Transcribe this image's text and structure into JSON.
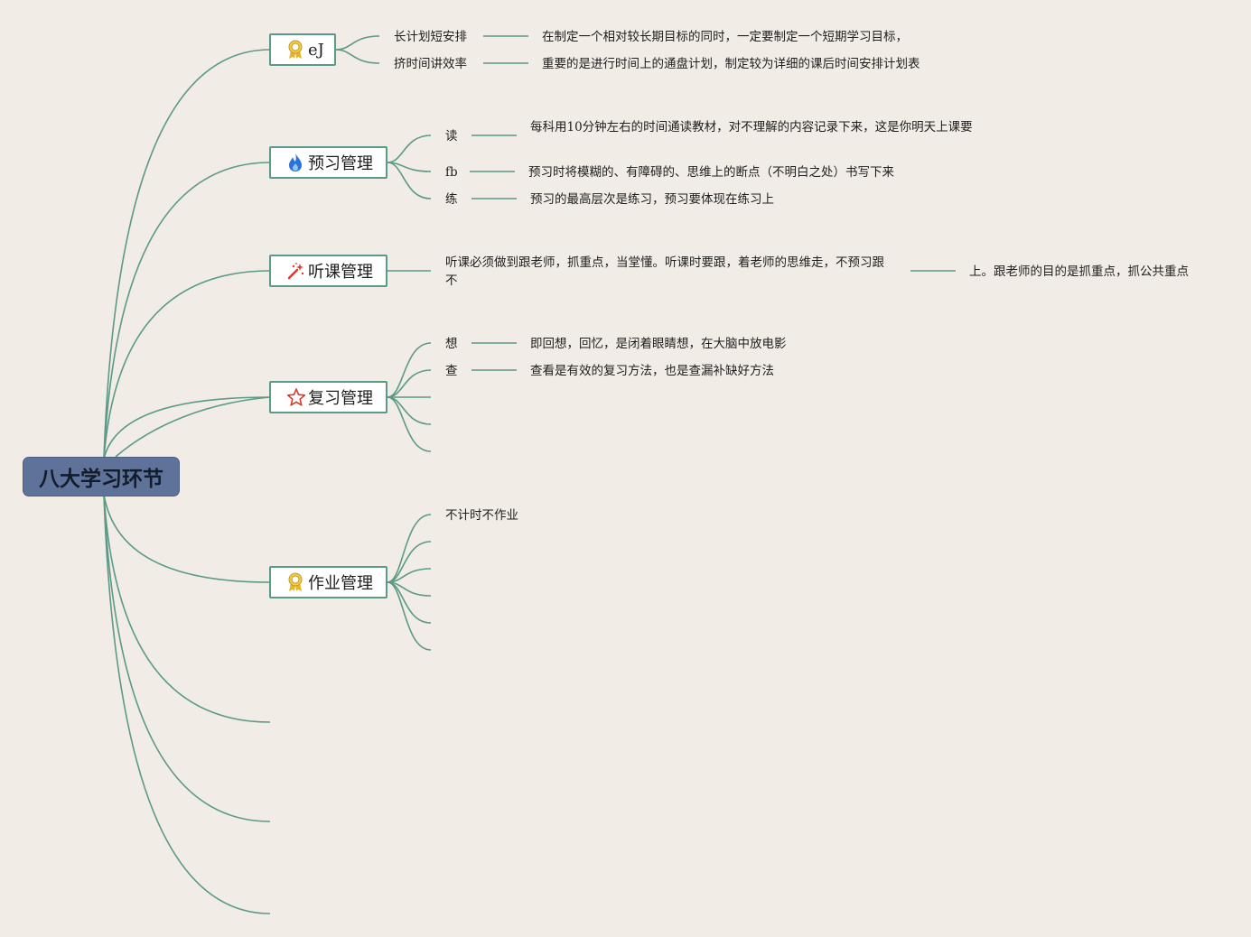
{
  "root": {
    "label": "八大学习环节"
  },
  "branches": [
    {
      "label": "eJ",
      "icon": "award-ribbon-icon",
      "children": [
        {
          "label": "长计划短安排",
          "detail": "在制定一个相对较长期目标的同时，一定要制定一个短期学习目标，"
        },
        {
          "label": "挤时间讲效率",
          "detail": "重要的是进行时间上的通盘计划，制定较为详细的课后时间安排计划表"
        }
      ]
    },
    {
      "label": "预习管理",
      "icon": "flame-icon",
      "children": [
        {
          "label": "读",
          "detail": "每科用10分钟左右的时间通读教材，对不理解的内容记录下来，这是你明天上课要"
        },
        {
          "label": "fb",
          "detail": "预习时将模糊的、有障碍的、思维上的断点（不明白之处）书写下来"
        },
        {
          "label": "练",
          "detail": "预习的最高层次是练习，预习要体现在练习上"
        }
      ]
    },
    {
      "label": "听课管理",
      "icon": "magic-wand-icon",
      "children": [
        {
          "label": "听课必须做到跟老师，抓重点，当堂懂。听课时要跟，着老师的思维走，不预习跟不",
          "detail": "上。跟老师的目的是抓重点，抓公共重点"
        }
      ]
    },
    {
      "label": "复习管理",
      "icon": "star-icon",
      "children": [
        {
          "label": "想",
          "detail": "即回想，回忆，是闭着眼睛想，在大脑中放电影"
        },
        {
          "label": "查",
          "detail": "查看是有效的复习方法，也是查漏补缺好方法"
        },
        {
          "label": "",
          "detail": ""
        },
        {
          "label": "",
          "detail": ""
        },
        {
          "label": "",
          "detail": ""
        }
      ]
    },
    {
      "label": "作业管理",
      "icon": "award-ribbon-icon",
      "children": [
        {
          "label": "不计时不作业"
        },
        {
          "label": ""
        },
        {
          "label": ""
        },
        {
          "label": ""
        },
        {
          "label": ""
        },
        {
          "label": ""
        }
      ]
    }
  ],
  "colors": {
    "background": "#f1ece6",
    "connector": "#5b9a86",
    "root_fill": "#5f739a",
    "node_border": "#5b9a86"
  }
}
